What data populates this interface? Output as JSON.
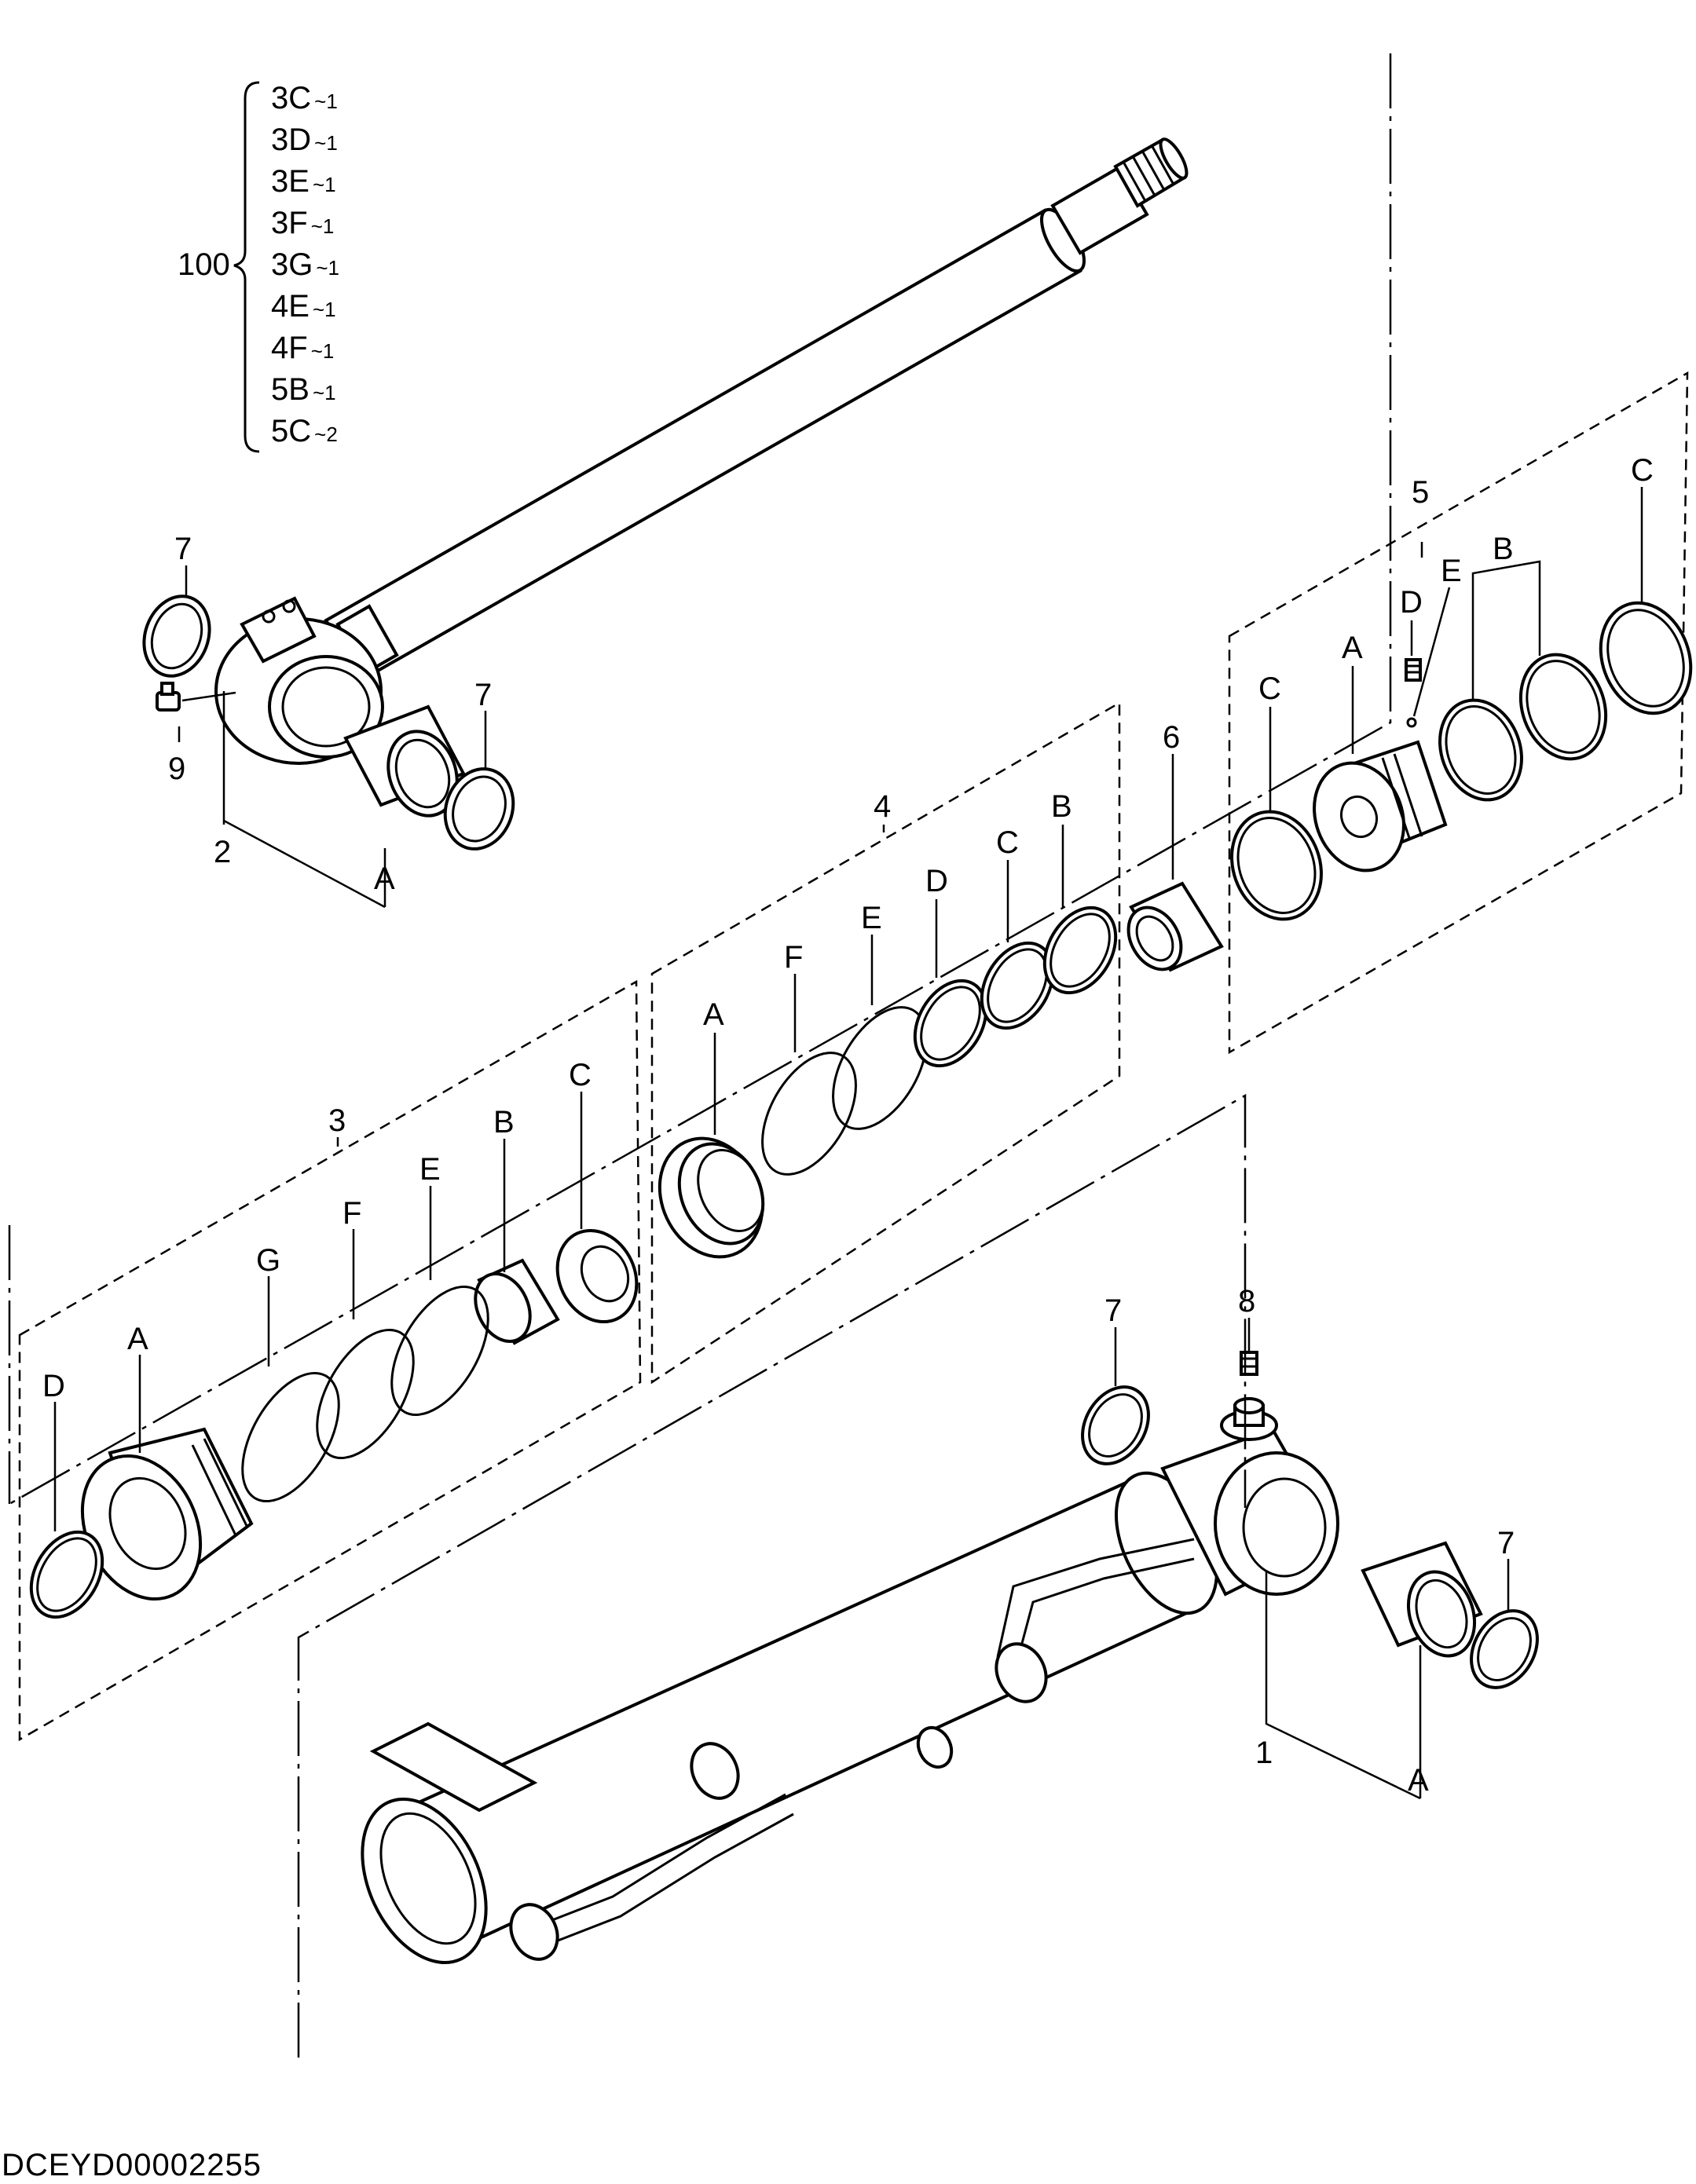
{
  "assembly": {
    "number": "100",
    "subparts": [
      {
        "main": "3C",
        "qty": "~1"
      },
      {
        "main": "3D",
        "qty": "~1"
      },
      {
        "main": "3E",
        "qty": "~1"
      },
      {
        "main": "3F",
        "qty": "~1"
      },
      {
        "main": "3G",
        "qty": "~1"
      },
      {
        "main": "4E",
        "qty": "~1"
      },
      {
        "main": "4F",
        "qty": "~1"
      },
      {
        "main": "5B",
        "qty": "~1"
      },
      {
        "main": "5C",
        "qty": "~2"
      }
    ]
  },
  "callouts": {
    "rod_seal_7a": "7",
    "rod_seal_7b": "7",
    "grease_9": "9",
    "rod_eye_2": "2",
    "rod_bush_a": "A",
    "group_5": "5",
    "g5_c_left": "C",
    "g5_a": "A",
    "g5_d": "D",
    "g5_e": "E",
    "g5_b": "B",
    "g5_c_right": "C",
    "spacer_6": "6",
    "group_4": "4",
    "g4_a": "A",
    "g4_f": "F",
    "g4_e": "E",
    "g4_d": "D",
    "g4_c": "C",
    "g4_b": "B",
    "group_3": "3",
    "g3_c": "C",
    "g3_b": "B",
    "g3_e": "E",
    "g3_f": "F",
    "g3_g": "G",
    "g3_a": "A",
    "g3_d": "D",
    "tube_seal_7a": "7",
    "grease_8": "8",
    "tube_seal_7b": "7",
    "tube_1": "1",
    "tube_bush_a": "A"
  },
  "document_code": "DCEYD00002255"
}
